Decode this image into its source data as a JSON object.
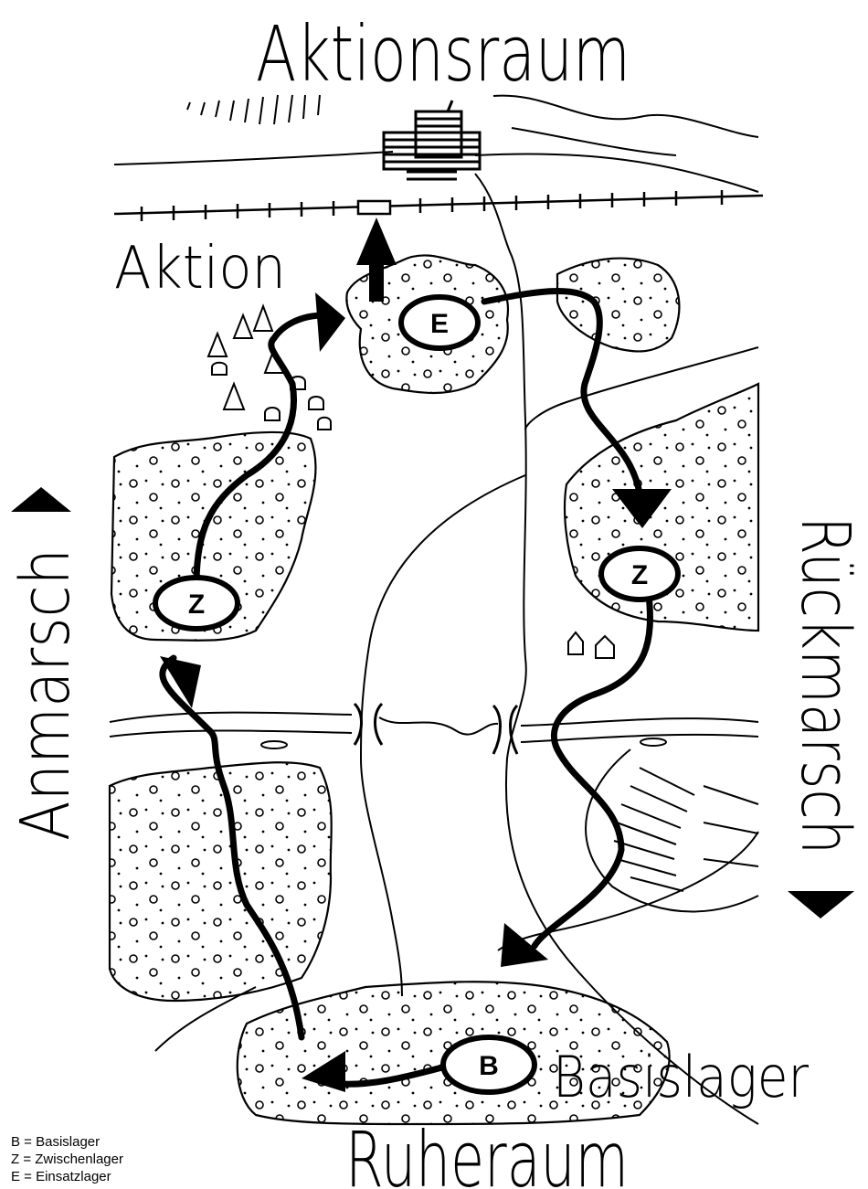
{
  "title": "Aktionsraum",
  "labels": {
    "action": "Aktion",
    "approach": "Anmarsch",
    "return": "Rückmarsch",
    "base_camp": "Basislager",
    "rest_area": "Ruheraum"
  },
  "camps": {
    "einsatz": "E",
    "zwischen_left": "Z",
    "zwischen_right": "Z",
    "basis": "B"
  },
  "legend": [
    "B = Basislager",
    "Z = Zwischenlager",
    "E = Einsatzlager"
  ],
  "colors": {
    "ink": "#000000",
    "paper": "#ffffff"
  }
}
